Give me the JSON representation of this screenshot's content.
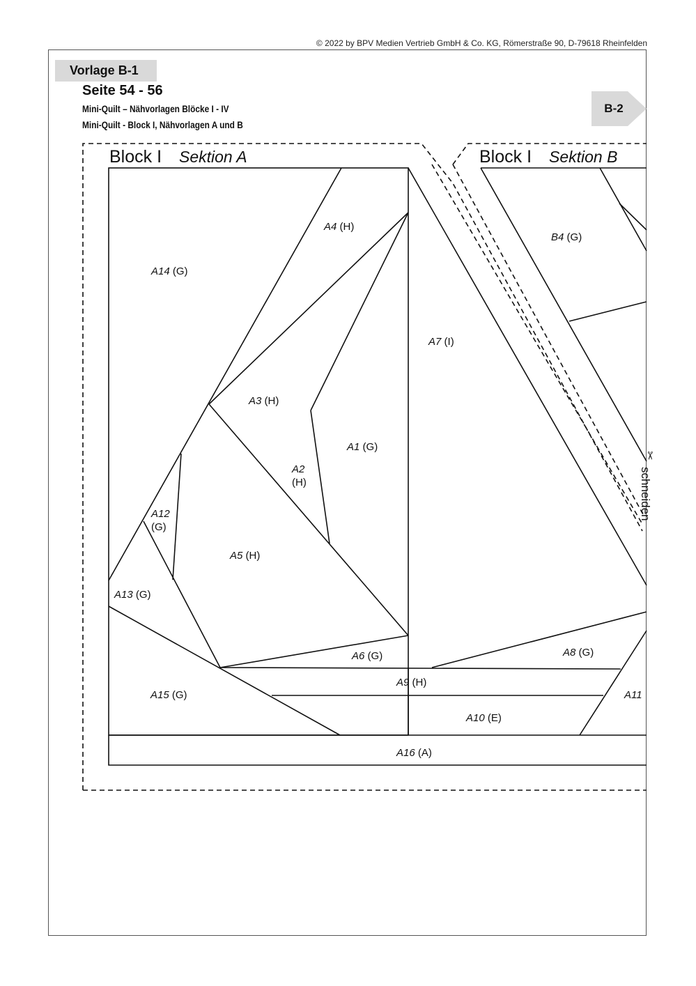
{
  "header": {
    "copyright": "© 2022 by BPV Medien Vertrieb GmbH & Co. KG, Römerstraße 90, D-79618 Rheinfelden",
    "tab": "Vorlage B-1",
    "pages": "Seite 54 - 56",
    "subtitle1": "Mini-Quilt – Nähvorlagen Blöcke I - IV",
    "subtitle2": "Mini-Quilt - Block I, Nähvorlagen A und B",
    "nav_next": "B-2"
  },
  "sections": {
    "a": {
      "block": "Block I",
      "name": "Sektion A"
    },
    "b": {
      "block": "Block I",
      "name": "Sektion B"
    }
  },
  "cut": {
    "label": "schneiden",
    "icon": "scissors-icon"
  },
  "pieces": [
    {
      "id": "A1",
      "fabric": "(G)"
    },
    {
      "id": "A2",
      "fabric": "(H)"
    },
    {
      "id": "A3",
      "fabric": "(H)"
    },
    {
      "id": "A4",
      "fabric": "(H)"
    },
    {
      "id": "A5",
      "fabric": "(H)"
    },
    {
      "id": "A6",
      "fabric": "(G)"
    },
    {
      "id": "A7",
      "fabric": "(I)"
    },
    {
      "id": "A8",
      "fabric": "(G)"
    },
    {
      "id": "A9",
      "fabric": "(H)"
    },
    {
      "id": "A10",
      "fabric": "(E)"
    },
    {
      "id": "A11",
      "fabric": ""
    },
    {
      "id": "A12",
      "fabric": "(G)"
    },
    {
      "id": "A13",
      "fabric": "(G)"
    },
    {
      "id": "A14",
      "fabric": "(G)"
    },
    {
      "id": "A15",
      "fabric": "(G)"
    },
    {
      "id": "A16",
      "fabric": "(A)"
    },
    {
      "id": "B4",
      "fabric": "(G)"
    }
  ]
}
